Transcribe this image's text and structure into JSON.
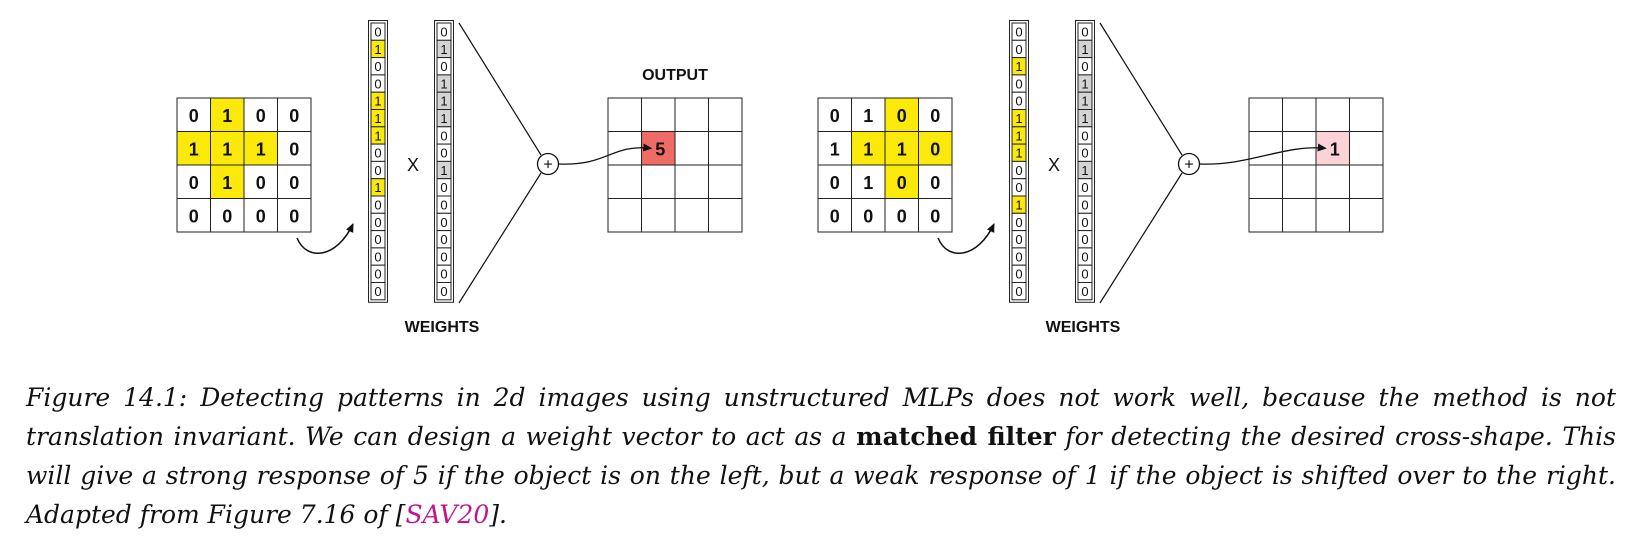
{
  "colors": {
    "highlight": "#fbe90a",
    "weight_on": "#d4d4d4",
    "strong_output": "#ef6b66",
    "weak_output": "#fbd3d6",
    "citation": "#c0168a"
  },
  "left_panel": {
    "image_grid": [
      [
        "0",
        "1",
        "0",
        "0"
      ],
      [
        "1",
        "1",
        "1",
        "0"
      ],
      [
        "0",
        "1",
        "0",
        "0"
      ],
      [
        "0",
        "0",
        "0",
        "0"
      ]
    ],
    "image_highlight": [
      [
        0,
        1,
        0,
        0
      ],
      [
        1,
        1,
        1,
        0
      ],
      [
        0,
        1,
        0,
        0
      ],
      [
        0,
        0,
        0,
        0
      ]
    ],
    "flattened_vector": [
      "0",
      "1",
      "0",
      "0",
      "1",
      "1",
      "1",
      "0",
      "0",
      "1",
      "0",
      "0",
      "0",
      "0",
      "0",
      "0"
    ],
    "times_symbol": "X",
    "weights": [
      "0",
      "1",
      "0",
      "1",
      "1",
      "1",
      "0",
      "0",
      "1",
      "0",
      "0",
      "0",
      "0",
      "0",
      "0",
      "0"
    ],
    "weights_label": "WEIGHTS",
    "sum_symbol": "+",
    "output_title": "OUTPUT",
    "output_value": "5"
  },
  "right_panel": {
    "image_grid": [
      [
        "0",
        "1",
        "0",
        "0"
      ],
      [
        "1",
        "1",
        "1",
        "0"
      ],
      [
        "0",
        "1",
        "0",
        "0"
      ],
      [
        "0",
        "0",
        "0",
        "0"
      ]
    ],
    "image_highlight": [
      [
        0,
        0,
        1,
        0
      ],
      [
        0,
        1,
        1,
        1
      ],
      [
        0,
        0,
        1,
        0
      ],
      [
        0,
        0,
        0,
        0
      ]
    ],
    "flattened_vector": [
      "0",
      "0",
      "1",
      "0",
      "0",
      "1",
      "1",
      "1",
      "0",
      "0",
      "1",
      "0",
      "0",
      "0",
      "0",
      "0"
    ],
    "times_symbol": "X",
    "weights": [
      "0",
      "1",
      "0",
      "1",
      "1",
      "1",
      "0",
      "0",
      "1",
      "0",
      "0",
      "0",
      "0",
      "0",
      "0",
      "0"
    ],
    "weights_label": "WEIGHTS",
    "sum_symbol": "+",
    "output_value": "1"
  },
  "caption": {
    "figure_label": "Figure 14.1:",
    "text_1": "Detecting patterns in 2d images using unstructured MLPs does not work well, because the method is not translation invariant. We can design a weight vector to act as a",
    "bold_term": "matched filter",
    "text_2": "for detecting the desired cross-shape. This will give a strong response of 5 if the object is on the left, but a weak response of 1 if the object is shifted over to the right. Adapted from Figure 7.16 of",
    "citation_open": "[",
    "citation": "SAV20",
    "citation_close": "]."
  }
}
